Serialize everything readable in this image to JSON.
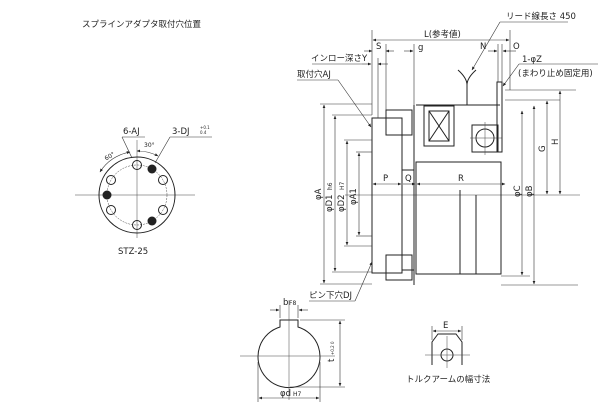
{
  "title": "スプラインアダプタ取付穴位置",
  "spline_view": {
    "model": "STZ-25",
    "label_aj": "6-AJ",
    "label_dj": "3-DJ",
    "dj_tolerance_upper": "+0.1",
    "dj_tolerance_lower": "0.4",
    "angle_60": "60°",
    "angle_30": "30°"
  },
  "main_view": {
    "lead_wire": "リード線長さ 450",
    "length_L": "L(参考値)",
    "dim_S": "S",
    "dim_g": "g",
    "dim_N": "N",
    "dim_O": "O",
    "spigot_depth": "インロー深さY",
    "mount_hole": "取付穴AJ",
    "rotation_stop": "1-φZ",
    "rotation_stop_note": "(まわり止め固定用)",
    "dim_P": "P",
    "dim_Q": "Q",
    "dim_R": "R",
    "dim_A": "φA",
    "dim_D1": "φD1",
    "dim_D1_tol": "h6",
    "dim_D2": "φD2",
    "dim_D2_tol": "H7",
    "dim_A1": "φA1",
    "dim_C": "φC",
    "dim_B": "φB",
    "dim_G": "G",
    "dim_H": "H",
    "pin_hole": "ピン下穴DJ"
  },
  "shaft_view": {
    "dim_b": "b",
    "dim_b_tol": "F8",
    "dim_t": "t",
    "dim_t_tol": "+0.2 0",
    "dim_d": "φd",
    "dim_d_tol": "H7"
  },
  "torque_arm": {
    "dim_E": "E",
    "caption": "トルクアームの幅寸法"
  }
}
